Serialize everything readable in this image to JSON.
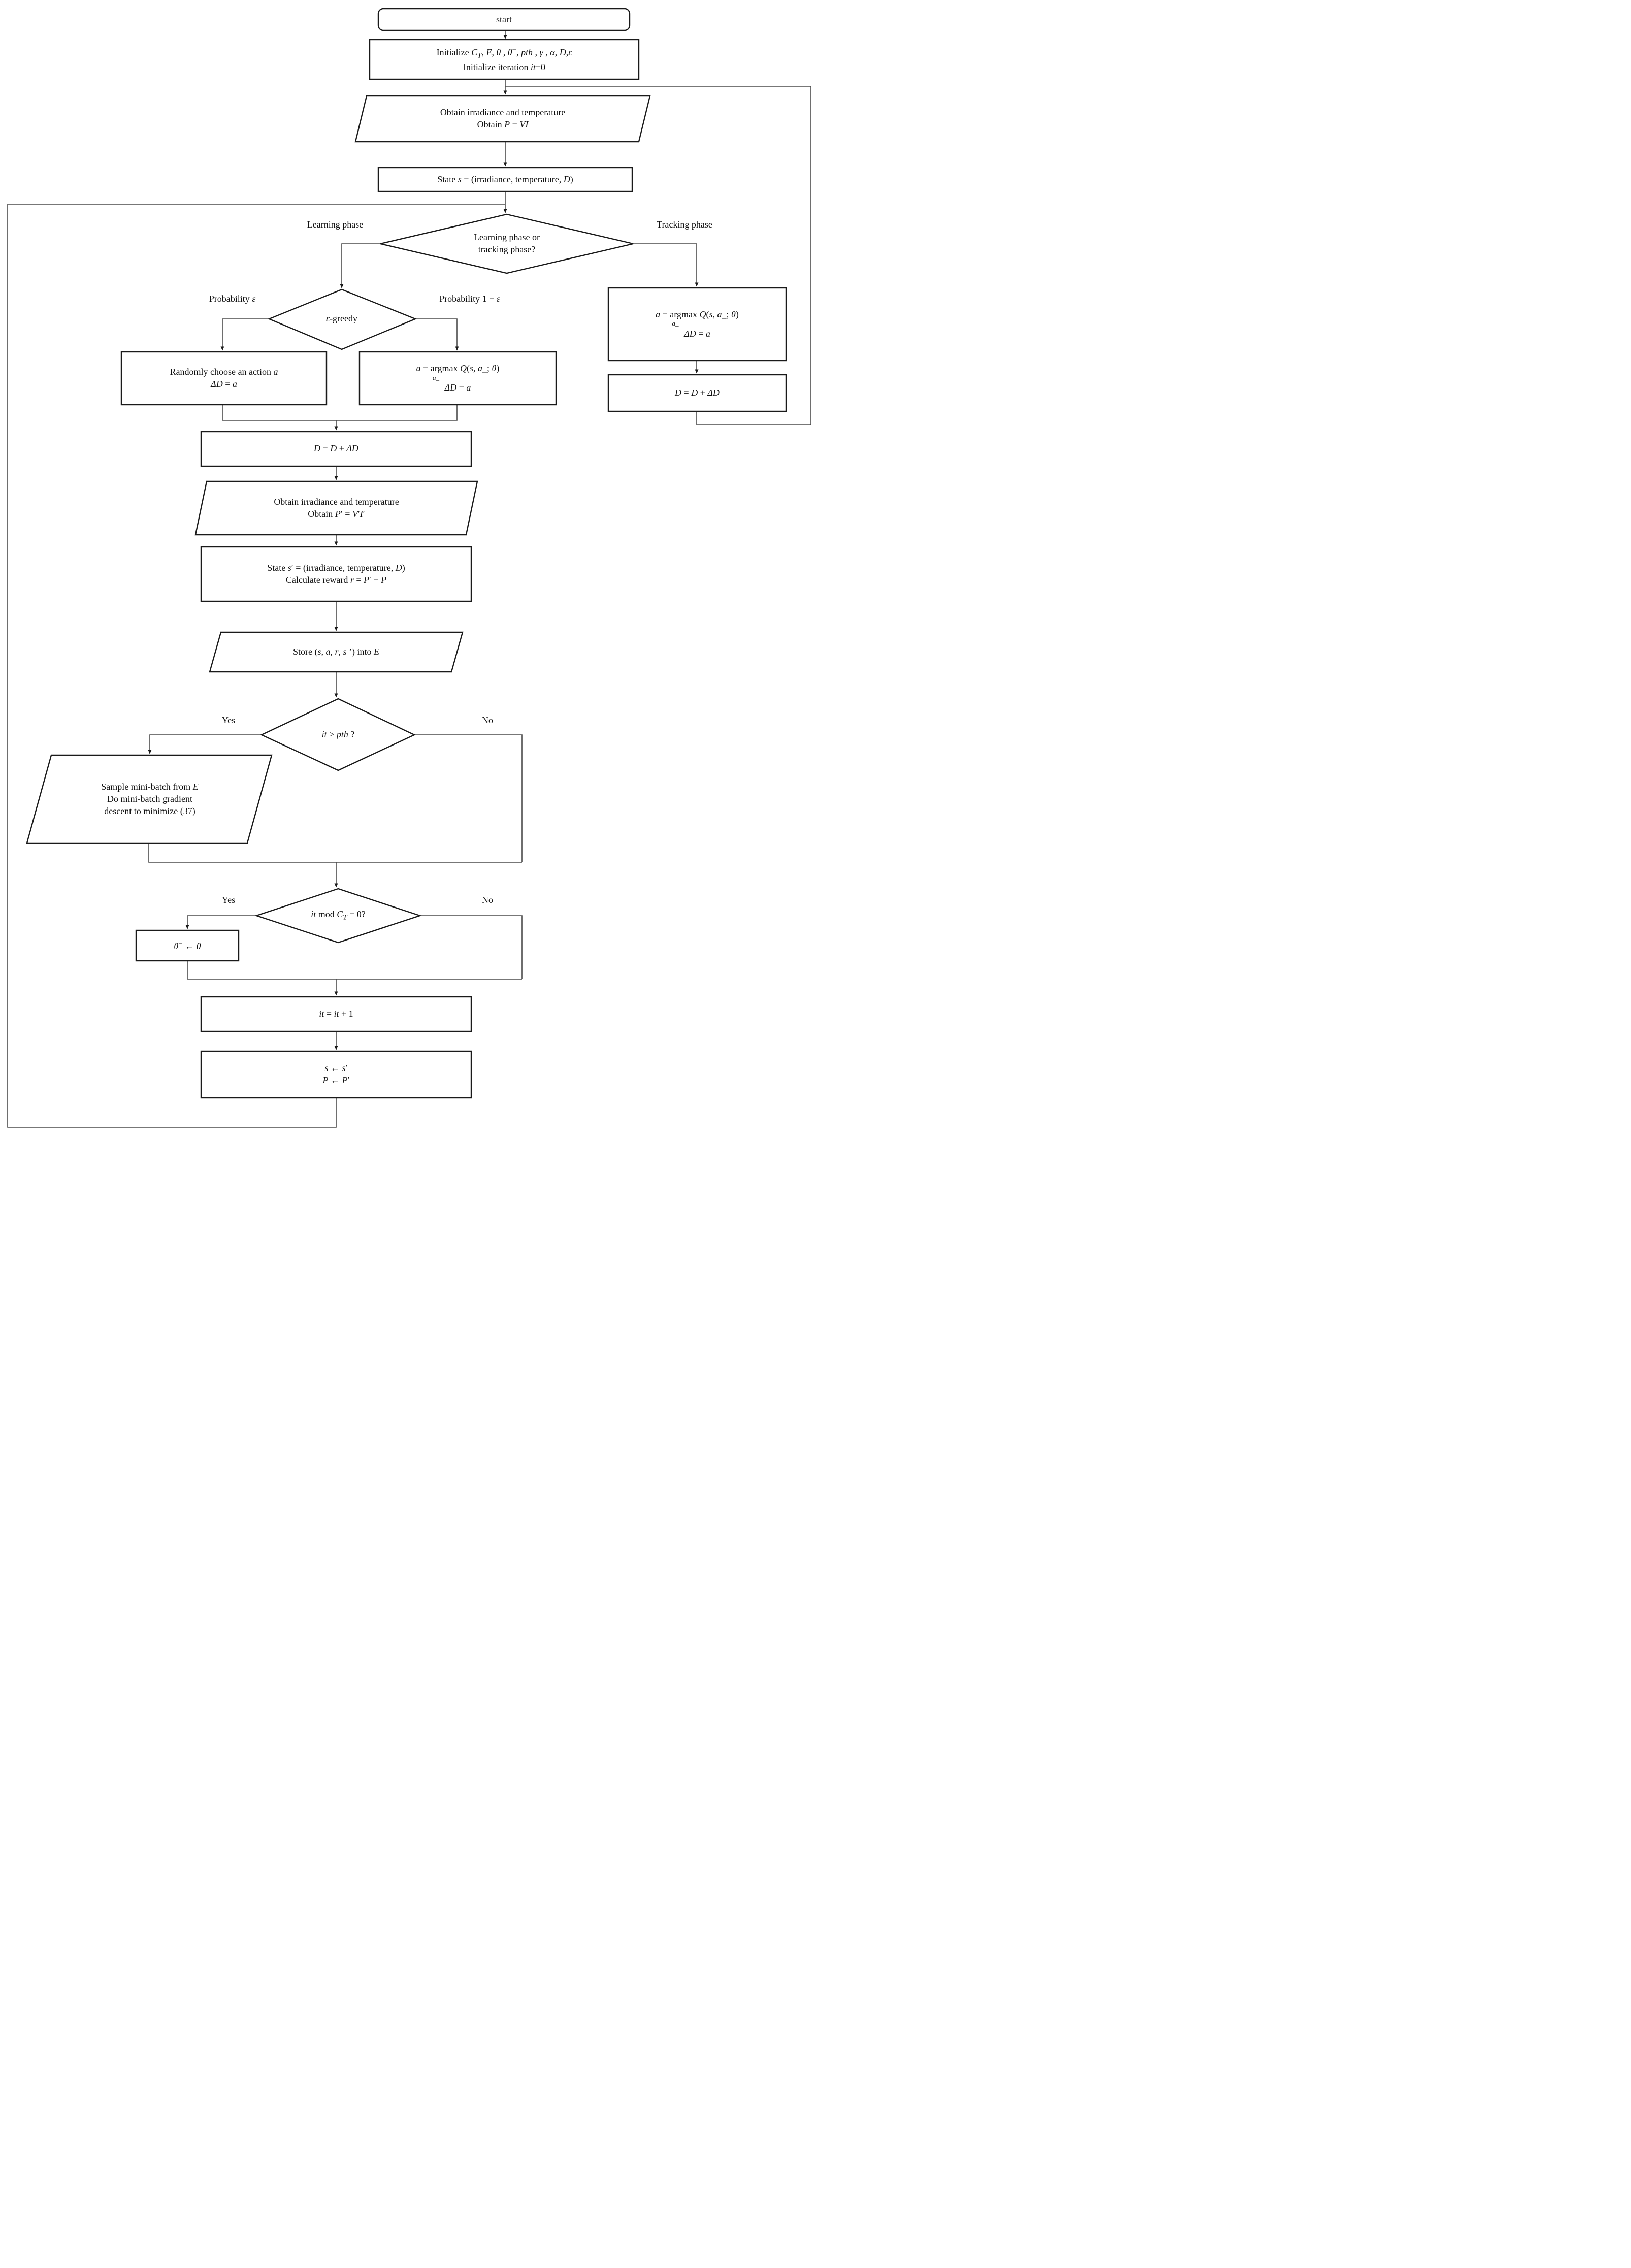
{
  "figure": {
    "type": "flowchart",
    "background": "#ffffff",
    "line_color": "#1a1a1a"
  },
  "nodes": {
    "start": {
      "label": "start"
    },
    "initialize": {
      "lines": [
        "Initialize <i>C</i><sub><i>T</i></sub>, <i>E</i>, <i>θ</i> , <i>θ</i><sup>−</sup>, <i>pth</i> , <i>γ</i> , <i>α</i>,  <i>D</i>,<i>ε</i>",
        "Initialize iteration <i>it</i>=0"
      ]
    },
    "obtain_initial": {
      "lines": [
        "Obtain irradiance and temperature",
        "Obtain <i>P</i> = <i>VI</i>"
      ]
    },
    "state_s": {
      "label": "State <i>s</i> = (irradiance, temperature, <i>D</i>)"
    },
    "phase_decision": {
      "lines": [
        "Learning phase or",
        "tracking phase?"
      ]
    },
    "eps_greedy_decision": {
      "label": "<i>ε</i>-greedy"
    },
    "random_action": {
      "lines": [
        "Randomly choose an action <i>a</i>",
        "<i>ΔD</i> = <i>a</i>"
      ]
    },
    "argmax_learning": {
      "lines": [
        "<i>a</i> = argmax <i>Q</i>(<i>s</i>, <i>a</i>_; <i>θ</i>)",
        "<i>a</i>_",
        "<i>ΔD</i> = <i>a</i>"
      ]
    },
    "argmax_tracking": {
      "lines": [
        "<i>a</i> = argmax <i>Q</i>(<i>s</i>, <i>a</i>_; <i>θ</i>)",
        "<i>a</i>_",
        "<i>ΔD</i> = <i>a</i>"
      ]
    },
    "update_d_tracking": {
      "label": "<i>D</i> = <i>D</i> + <i>ΔD</i>"
    },
    "update_d": {
      "label": "<i>D</i> = <i>D</i> + <i>ΔD</i>"
    },
    "obtain_next": {
      "lines": [
        "Obtain irradiance and temperature",
        "Obtain <i>P</i>′ = <i>V</i>′<i>I</i>′"
      ]
    },
    "state_s_next": {
      "lines": [
        "State <i>s</i>′ = (irradiance, temperature, <i>D</i>)",
        "Calculate reward <i>r</i> = <i>P</i>′ − <i>P</i>"
      ]
    },
    "store_experience": {
      "label": "Store (<i>s</i>, <i>a</i>, <i>r</i>, <i>s</i> ’) into <i>E</i>"
    },
    "iteration_check": {
      "label": "<i>it</i> > <i>pth</i> ?"
    },
    "train": {
      "lines": [
        "Sample mini-batch from <i>E</i>",
        "Do mini-batch gradient",
        "descent to minimize (37)"
      ]
    },
    "target_update_check": {
      "label": "<i>it</i> mod <i>C</i><sub><i>T</i></sub> = 0?"
    },
    "target_update": {
      "label": "<i>θ</i><sup>−</sup> ← <i>θ</i>"
    },
    "increment_iteration": {
      "label": "<i>it</i> = <i>it</i> + 1"
    },
    "carry_over": {
      "lines": [
        "<i>s</i> ← <i>s</i>′",
        "<i>P</i> ← <i>P</i>′"
      ]
    }
  },
  "edge_labels": {
    "learning_phase": "Learning phase",
    "tracking_phase": "Tracking phase",
    "probability_eps": "Probability <i>ε</i>",
    "probability_one_minus_eps": "Probability 1 − <i>ε</i>",
    "iteration_yes": "Yes",
    "iteration_no": "No",
    "target_yes": "Yes",
    "target_no": "No"
  }
}
